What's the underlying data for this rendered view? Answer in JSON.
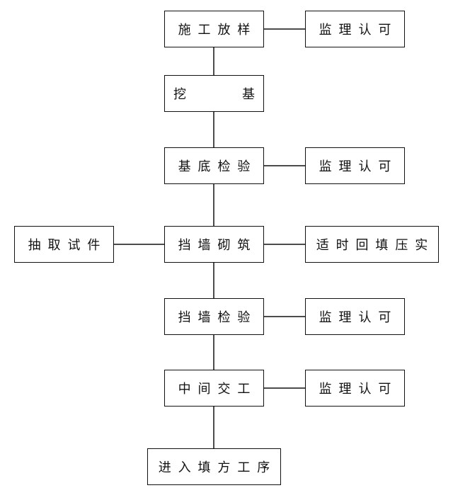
{
  "diagram": {
    "main_flow": [
      "施工放样",
      "挖基",
      "基底检验",
      "挡墙砌筑",
      "挡墙检验",
      "中间交工",
      "进入填方工序"
    ],
    "right_branches": {
      "施工放样": "监理认可",
      "基底检验": "监理认可",
      "挡墙砌筑": "适时回填压实",
      "挡墙检验": "监理认可",
      "中间交工": "监理认可"
    },
    "left_branches": {
      "挡墙砌筑": "抽取试件"
    },
    "wide_spacing_nodes": [
      "挖基"
    ]
  }
}
